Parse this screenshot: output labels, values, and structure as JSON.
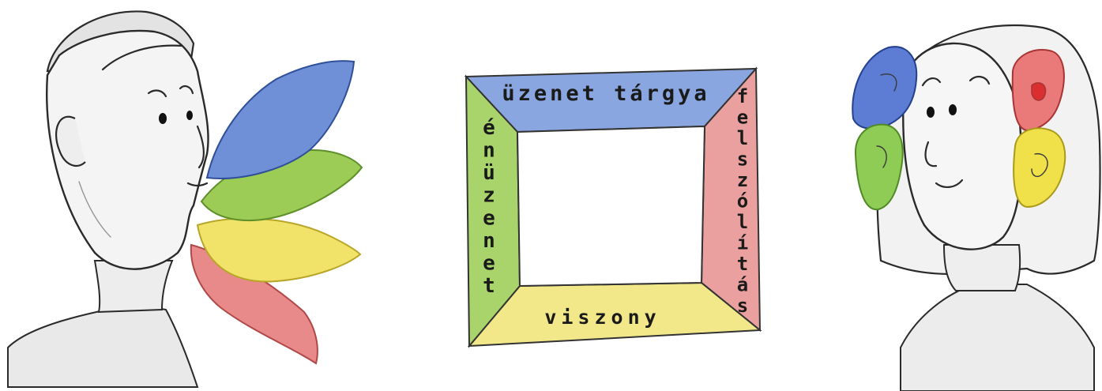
{
  "frame": {
    "top_label": "üzenet tárgya",
    "left_label": "énüzenet",
    "right_label": "felszólítás",
    "bottom_label": "viszony"
  },
  "colors": {
    "blue": "#6f8fd6",
    "green": "#9ccc55",
    "yellow": "#f1e36a",
    "red": "#e98a8a",
    "skin_shade": "#d9d9d9"
  },
  "icons": {
    "speaker": "speaker-with-four-tongues-icon",
    "listener": "listener-with-four-ears-icon"
  }
}
